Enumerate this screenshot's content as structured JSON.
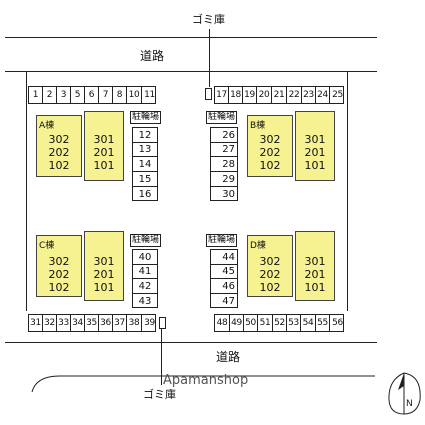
{
  "garbage_label": "ゴミ庫",
  "road_label": "道路",
  "bike_parking_label": "駐輪場",
  "watermark": "Apamanshop",
  "top_parking": [
    "1",
    "2",
    "3",
    "5",
    "6",
    "7",
    "8",
    "10",
    "11",
    "17",
    "18",
    "19",
    "20",
    "21",
    "22",
    "23",
    "24",
    "25"
  ],
  "bottom_parking": [
    "31",
    "32",
    "33",
    "34",
    "35",
    "36",
    "37",
    "38",
    "39",
    "48",
    "49",
    "50",
    "51",
    "52",
    "53",
    "54",
    "55",
    "56"
  ],
  "bike_lots": {
    "a": [
      "12",
      "13",
      "14",
      "15",
      "16"
    ],
    "b": [
      "26",
      "27",
      "28",
      "29",
      "30"
    ],
    "c": [
      "40",
      "41",
      "42",
      "43"
    ],
    "d": [
      "44",
      "45",
      "46",
      "47"
    ]
  },
  "buildings": {
    "a": {
      "name": "A棟",
      "left_units": [
        "302",
        "202",
        "102"
      ],
      "right_units": [
        "301",
        "201",
        "101"
      ]
    },
    "b": {
      "name": "B棟",
      "left_units": [
        "302",
        "202",
        "102"
      ],
      "right_units": [
        "301",
        "201",
        "101"
      ]
    },
    "c": {
      "name": "C棟",
      "left_units": [
        "302",
        "202",
        "102"
      ],
      "right_units": [
        "301",
        "201",
        "101"
      ]
    },
    "d": {
      "name": "D棟",
      "left_units": [
        "302",
        "202",
        "102"
      ],
      "right_units": [
        "301",
        "201",
        "101"
      ]
    }
  }
}
